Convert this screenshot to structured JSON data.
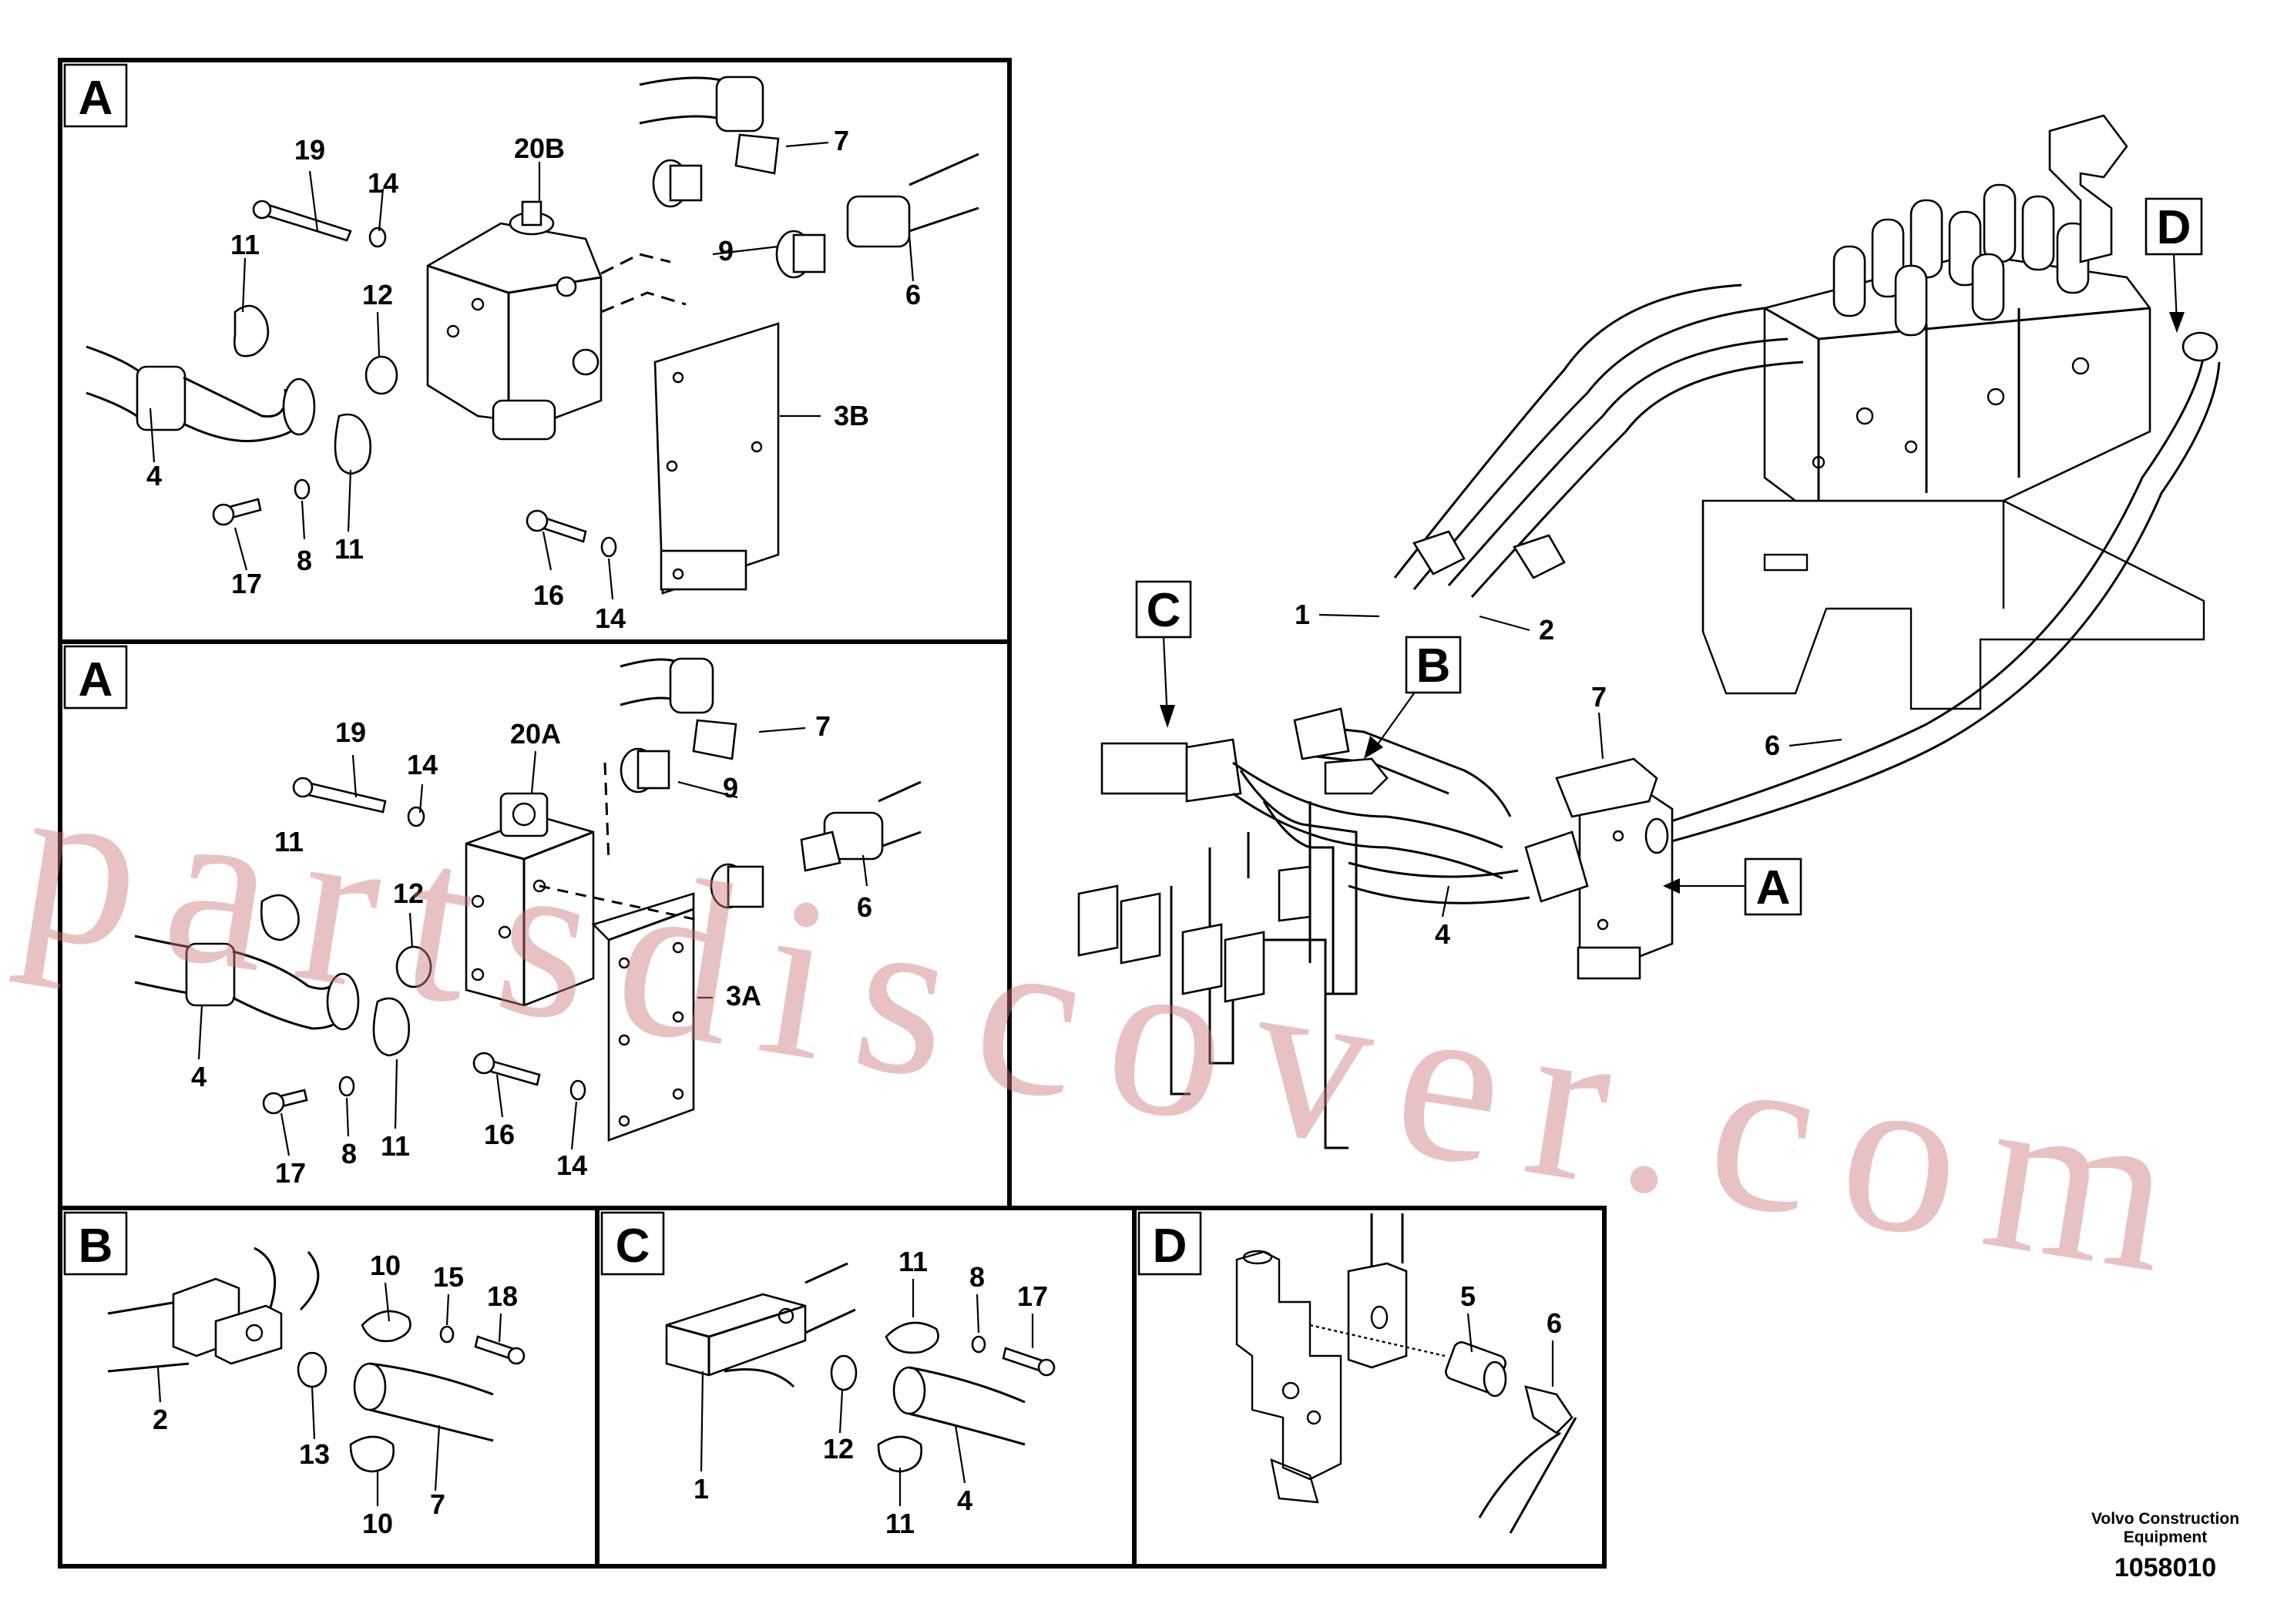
{
  "panels": {
    "a_top": {
      "tag": "A",
      "labels": {
        "n19": "19",
        "n14a": "14",
        "n20b": "20B",
        "n7": "7",
        "n11a": "11",
        "n12": "12",
        "n9": "9",
        "n6": "6",
        "n3b": "3B",
        "n4": "4",
        "n17": "17",
        "n8": "8",
        "n11b": "11",
        "n16": "16",
        "n14b": "14"
      }
    },
    "a_mid": {
      "tag": "A",
      "labels": {
        "n19": "19",
        "n14a": "14",
        "n20a": "20A",
        "n7": "7",
        "n11a": "11",
        "n12": "12",
        "n9": "9",
        "n6": "6",
        "n3a": "3A",
        "n4": "4",
        "n17": "17",
        "n8": "8",
        "n11b": "11",
        "n16": "16",
        "n14b": "14"
      }
    },
    "b": {
      "tag": "B",
      "labels": {
        "n10a": "10",
        "n15": "15",
        "n18": "18",
        "n2": "2",
        "n13": "13",
        "n7": "7",
        "n10b": "10"
      }
    },
    "c": {
      "tag": "C",
      "labels": {
        "n11a": "11",
        "n8": "8",
        "n17": "17",
        "n1": "1",
        "n12": "12",
        "n4": "4",
        "n11b": "11"
      }
    },
    "d": {
      "tag": "D",
      "labels": {
        "n5": "5",
        "n6": "6"
      }
    }
  },
  "main": {
    "callouts": {
      "c": "C",
      "b": "B",
      "a": "A",
      "d": "D"
    },
    "labels": {
      "n1": "1",
      "n2": "2",
      "n7": "7",
      "n6": "6",
      "n4": "4"
    }
  },
  "watermark": "partsdiscover.com",
  "footer": {
    "brand": "Volvo Construction Equipment",
    "doc_number": "1058010"
  }
}
